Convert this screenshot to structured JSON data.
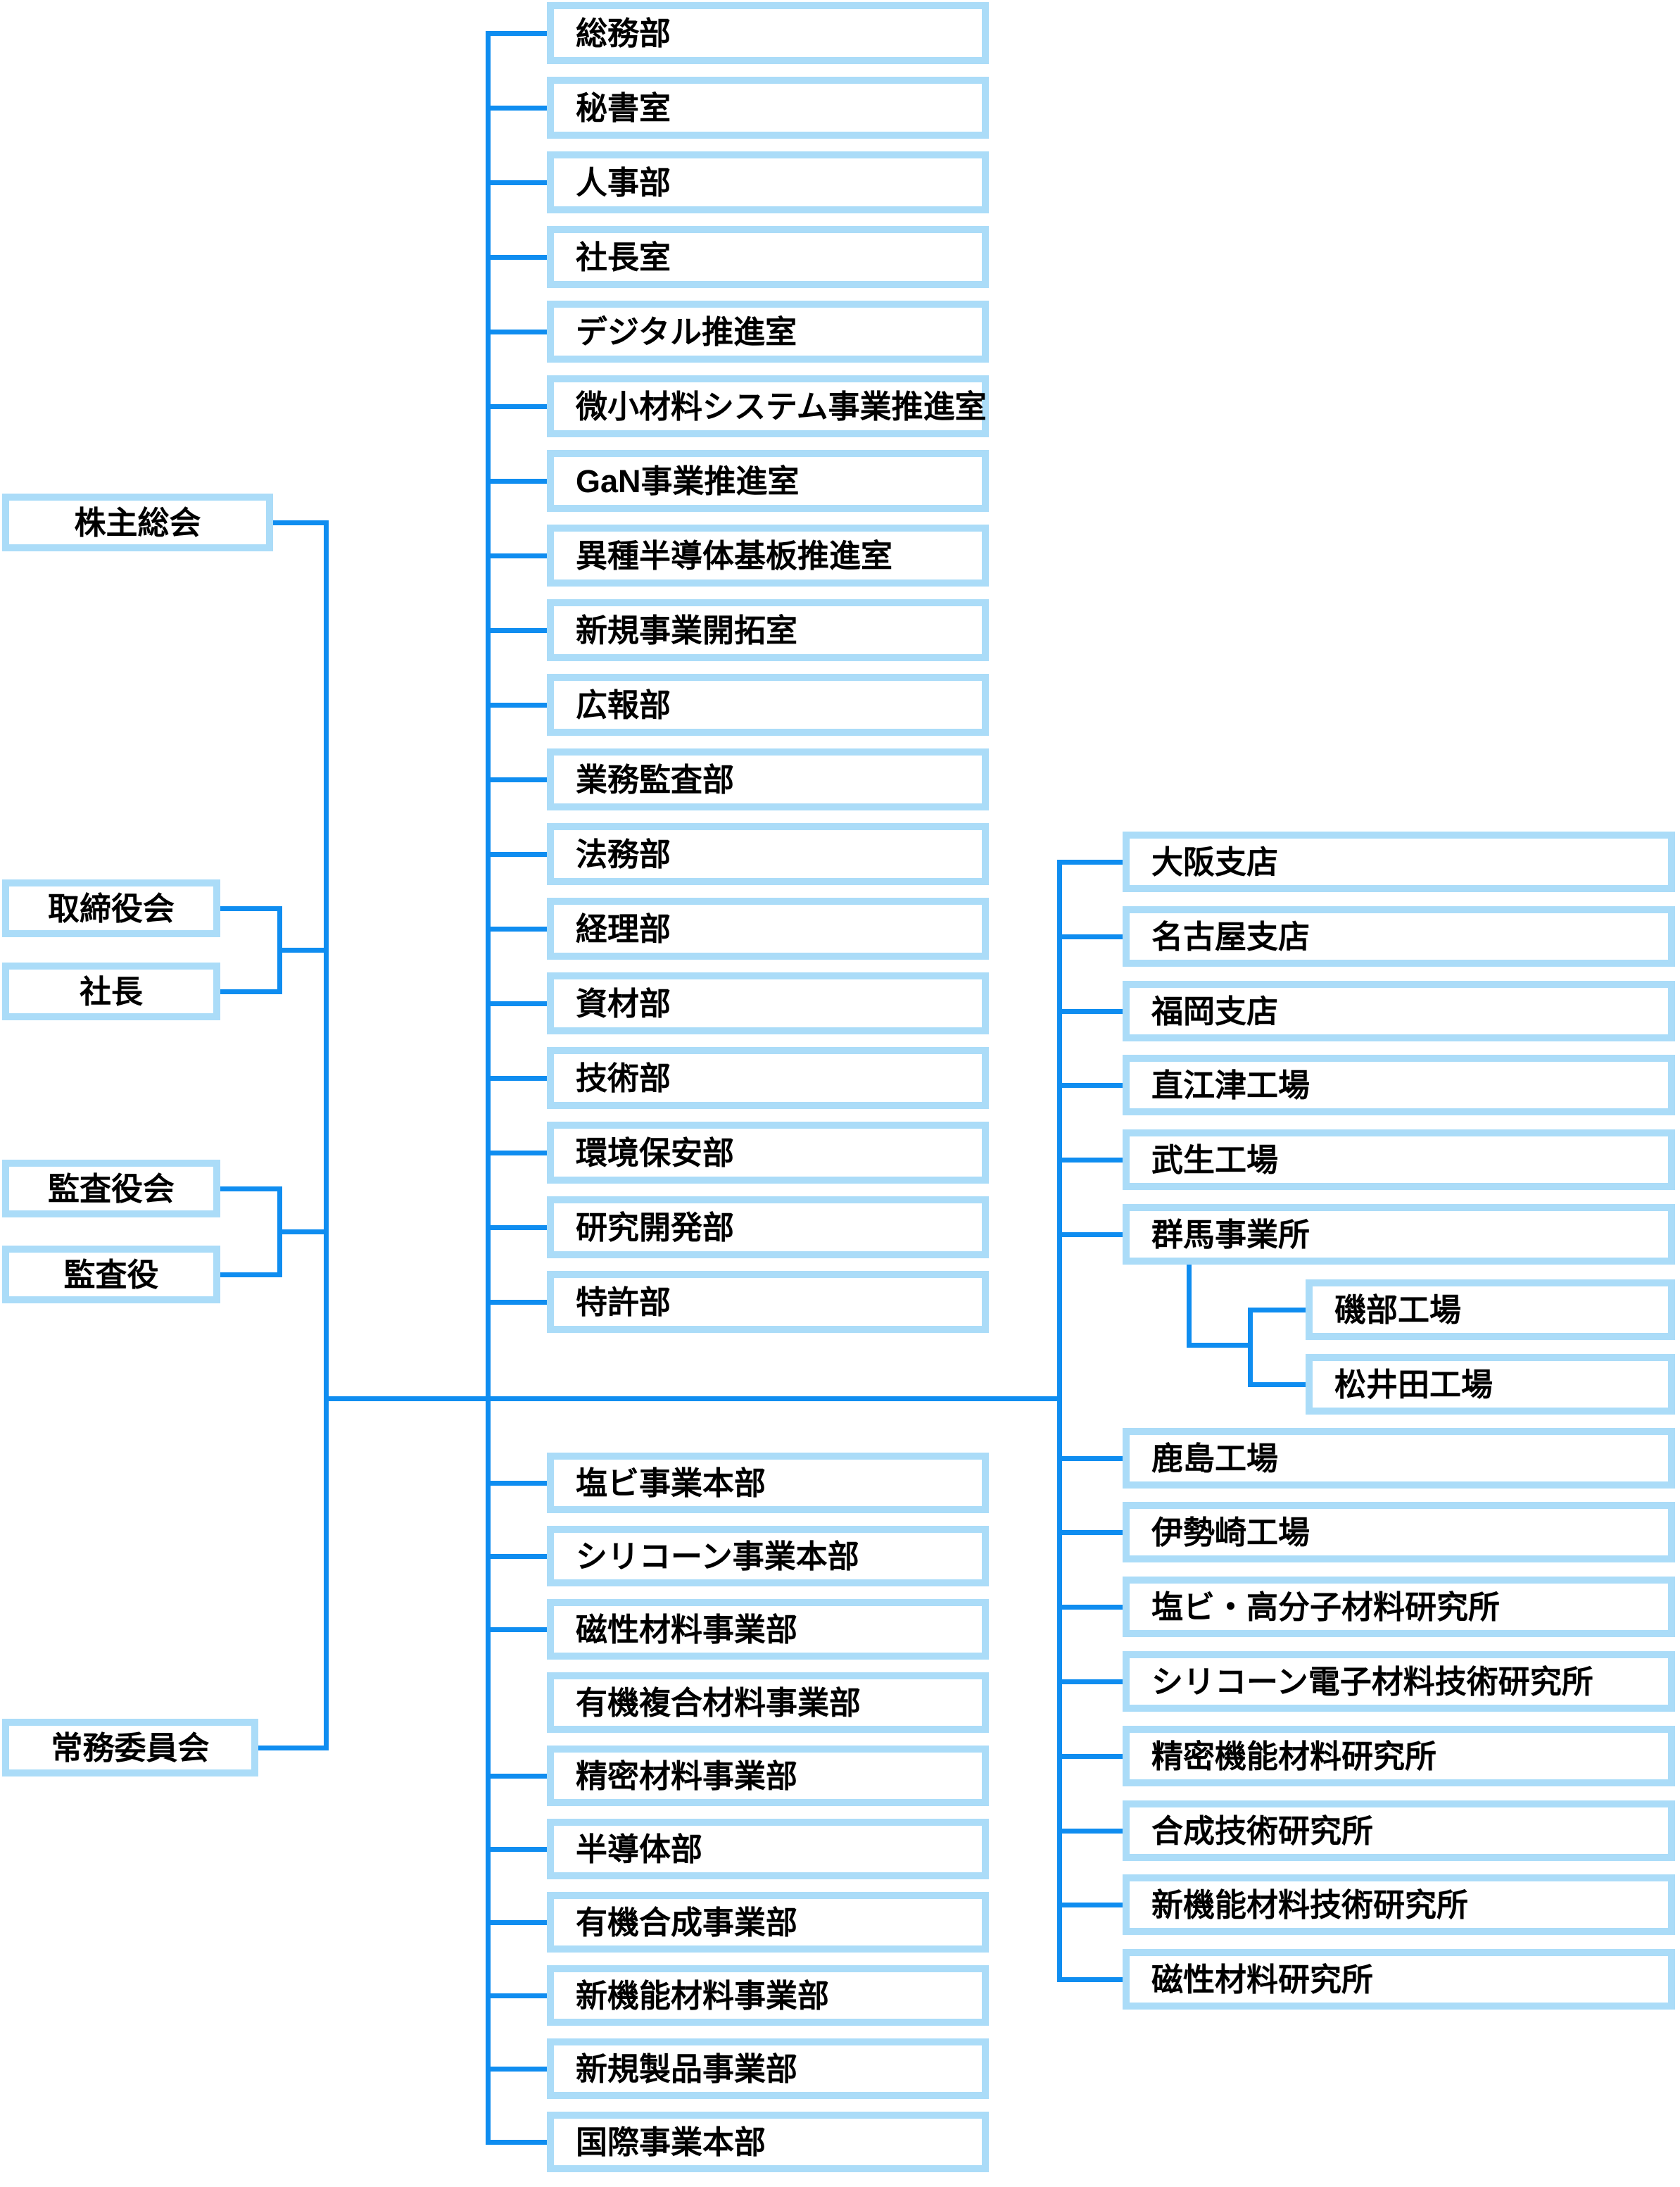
{
  "palette": {
    "line_blue": "#0f8df0",
    "box_border_blue": "#abdcf8",
    "box_fill": "#ffffff",
    "text_color": "#000000",
    "background": "#ffffff"
  },
  "org": {
    "governance": [
      "株主総会",
      "取締役会",
      "社長",
      "監査役会",
      "監査役",
      "常務委員会"
    ],
    "middle_top": [
      "総務部",
      "秘書室",
      "人事部",
      "社長室",
      "デジタル推進室",
      "微小材料システム事業推進室",
      "GaN事業推進室",
      "異種半導体基板推進室",
      "新規事業開拓室",
      "広報部",
      "業務監査部",
      "法務部",
      "経理部",
      "資材部",
      "技術部",
      "環境保安部",
      "研究開発部",
      "特許部"
    ],
    "middle_bottom": [
      "塩ビ事業本部",
      "シリコーン事業本部",
      "磁性材料事業部",
      "有機複合材料事業部",
      "精密材料事業部",
      "半導体部",
      "有機合成事業部",
      "新機能材料事業部",
      "新規製品事業部",
      "国際事業本部"
    ],
    "right": [
      "大阪支店",
      "名古屋支店",
      "福岡支店",
      "直江津工場",
      "武生工場",
      "群馬事業所",
      "鹿島工場",
      "伊勢崎工場",
      "塩ビ・高分子材料研究所",
      "シリコーン電子材料技術研究所",
      "精密機能材料研究所",
      "合成技術研究所",
      "新機能材料技術研究所",
      "磁性材料研究所"
    ],
    "gunma_sub": [
      "磯部工場",
      "松井田工場"
    ]
  }
}
